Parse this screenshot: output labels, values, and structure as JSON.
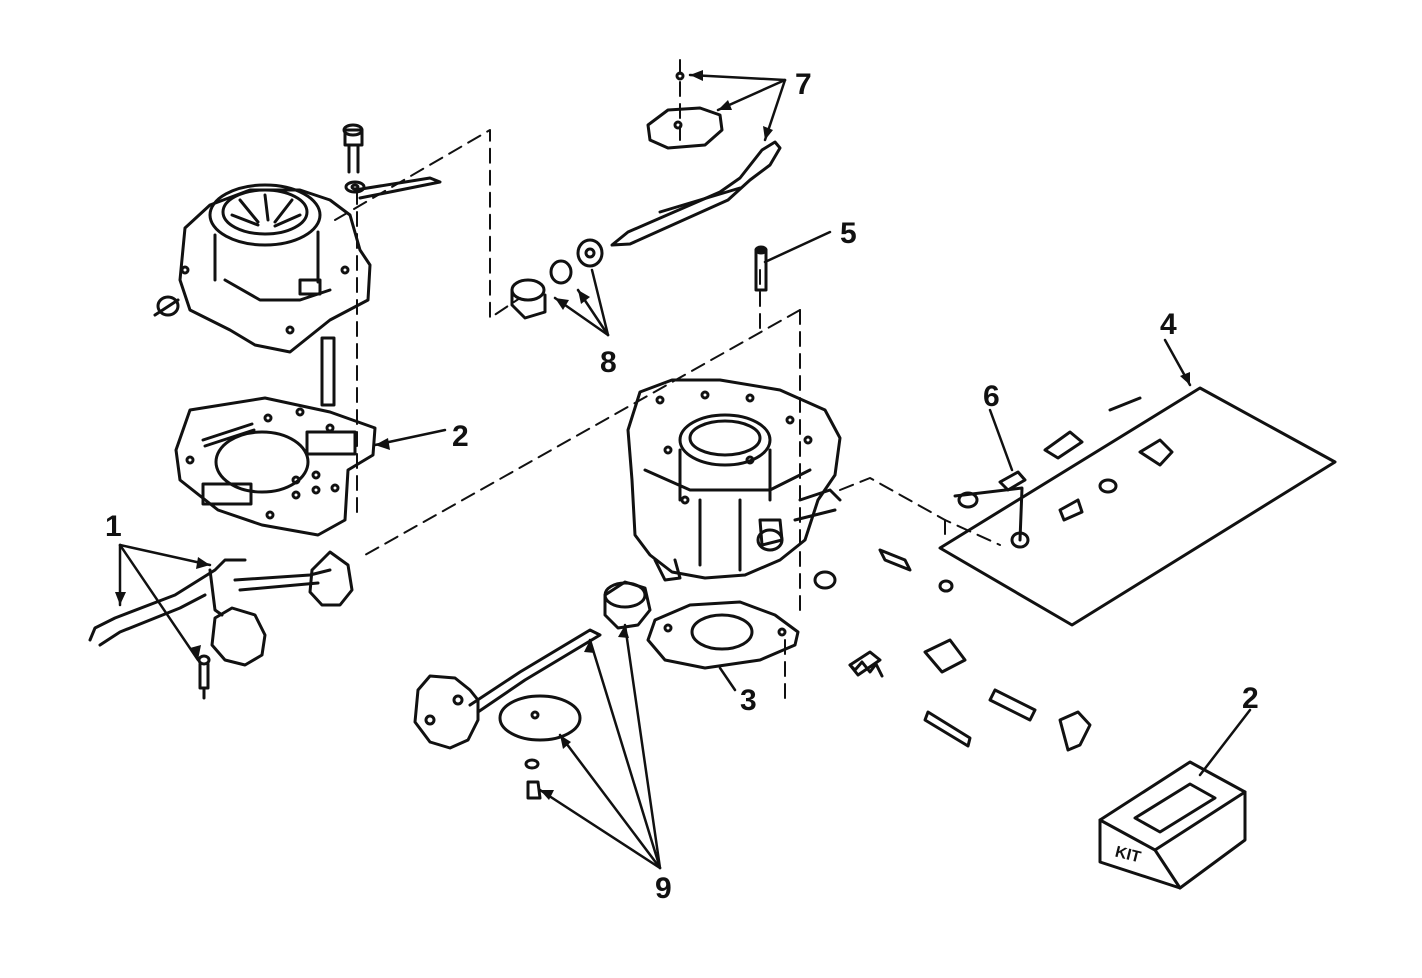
{
  "callouts": {
    "c1": "1",
    "c2a": "2",
    "c2b": "2",
    "c3": "3",
    "c4": "4",
    "c5": "5",
    "c6": "6",
    "c7": "7",
    "c8": "8",
    "c9": "9"
  },
  "kit_label": "KIT",
  "colors": {
    "ink": "#111111",
    "background": "#ffffff"
  }
}
